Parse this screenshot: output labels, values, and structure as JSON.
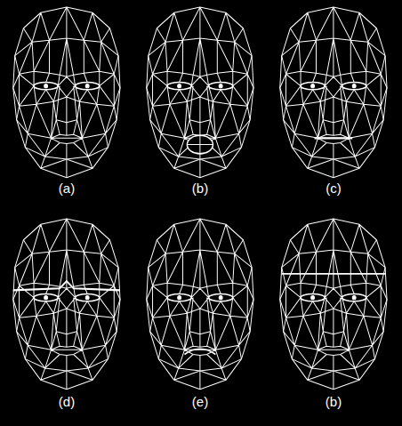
{
  "diagram": {
    "labels": [
      "(a)",
      "(b)",
      "(c)",
      "(d)",
      "(e)",
      "(b)"
    ]
  }
}
